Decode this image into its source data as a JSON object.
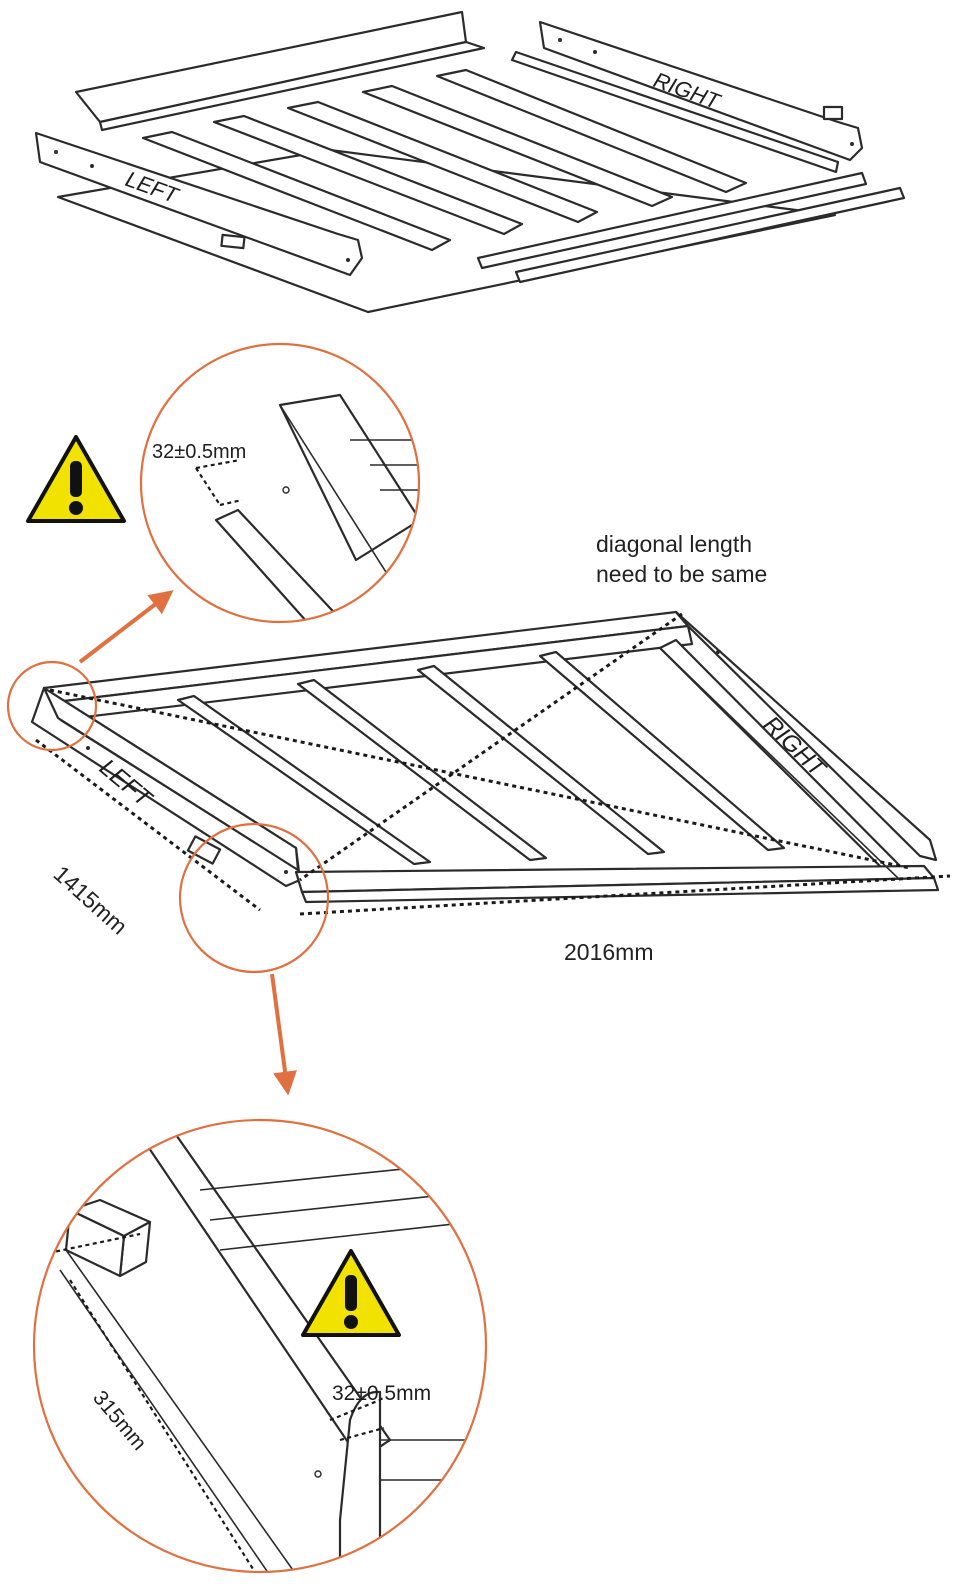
{
  "labels": {
    "left_top": "LEFT",
    "right_top": "RIGHT",
    "left_main": "LEFT",
    "right_main": "RIGHT"
  },
  "notes": {
    "diagonal_line1": "diagonal length",
    "diagonal_line2": "need to be same"
  },
  "dimensions": {
    "width": "1415mm",
    "length": "2016mm",
    "gap_top": "32±0.5mm",
    "gap_bottom": "32±0.5mm",
    "offset": "315mm"
  },
  "colors": {
    "accent": "#e0703f",
    "warning_fill": "#f2e200",
    "line": "#2b2b2b"
  },
  "icons": [
    "warning-icon",
    "arrow-icon"
  ]
}
